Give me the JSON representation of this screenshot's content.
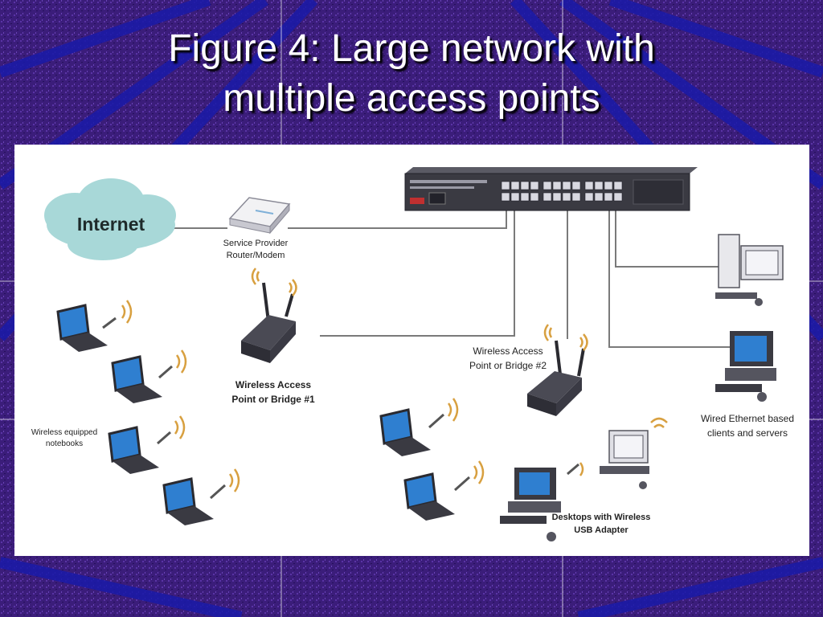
{
  "title": {
    "line1": "Figure 4: Large network with",
    "line2": "multiple access points"
  },
  "diagram": {
    "nodes": {
      "internet": "Internet",
      "router": [
        "Service Provider",
        "Router/Modem"
      ],
      "access_point_1": [
        "Wireless Access",
        "Point or Bridge #1"
      ],
      "access_point_2": [
        "Wireless Access",
        "Point or Bridge #2"
      ],
      "notebooks": [
        "Wireless equipped",
        "notebooks"
      ],
      "wired_clients": [
        "Wired Ethernet based",
        "clients and servers"
      ],
      "desktops": [
        "Desktops with Wireless",
        "USB Adapter"
      ]
    },
    "colors": {
      "cloud": "#a8d8d8",
      "switch": "#3a3a42",
      "laptop_screen": "#2f7fd0",
      "signal": "#d8a040",
      "background": "#2a1466"
    }
  }
}
